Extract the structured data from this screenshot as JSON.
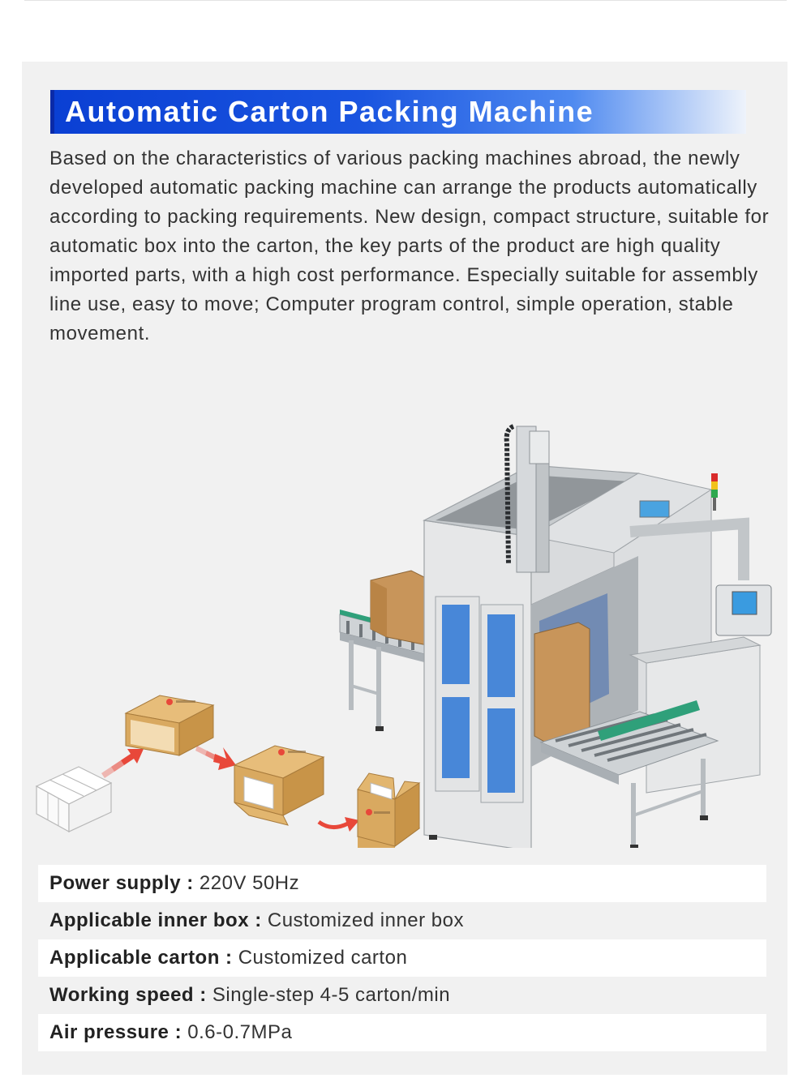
{
  "title": "Automatic Carton Packing Machine",
  "description": "Based on the characteristics of various packing machines abroad, the newly developed automatic packing machine can arrange the products automatically according to packing requirements. New design, compact structure, suitable for automatic box into the carton, the key parts of the product are high quality imported parts, with a high cost performance. Especially suitable for assembly line use, easy to move; Computer program control, simple operation, stable movement.",
  "specs": [
    {
      "label": "Power supply : ",
      "value": "220V  50Hz"
    },
    {
      "label": "Applicable inner box : ",
      "value": "Customized  inner box"
    },
    {
      "label": "Applicable carton : ",
      "value": "Customized carton"
    },
    {
      "label": "Working speed : ",
      "value": "Single-step 4-5 carton/min"
    },
    {
      "label": "Air pressure : ",
      "value": "0.6-0.7MPa"
    }
  ],
  "colors": {
    "title_bar": "#0a3fd3",
    "panel_bg": "#f1f1f1",
    "carton": "#d9a960",
    "arrow": "#e8483a"
  }
}
